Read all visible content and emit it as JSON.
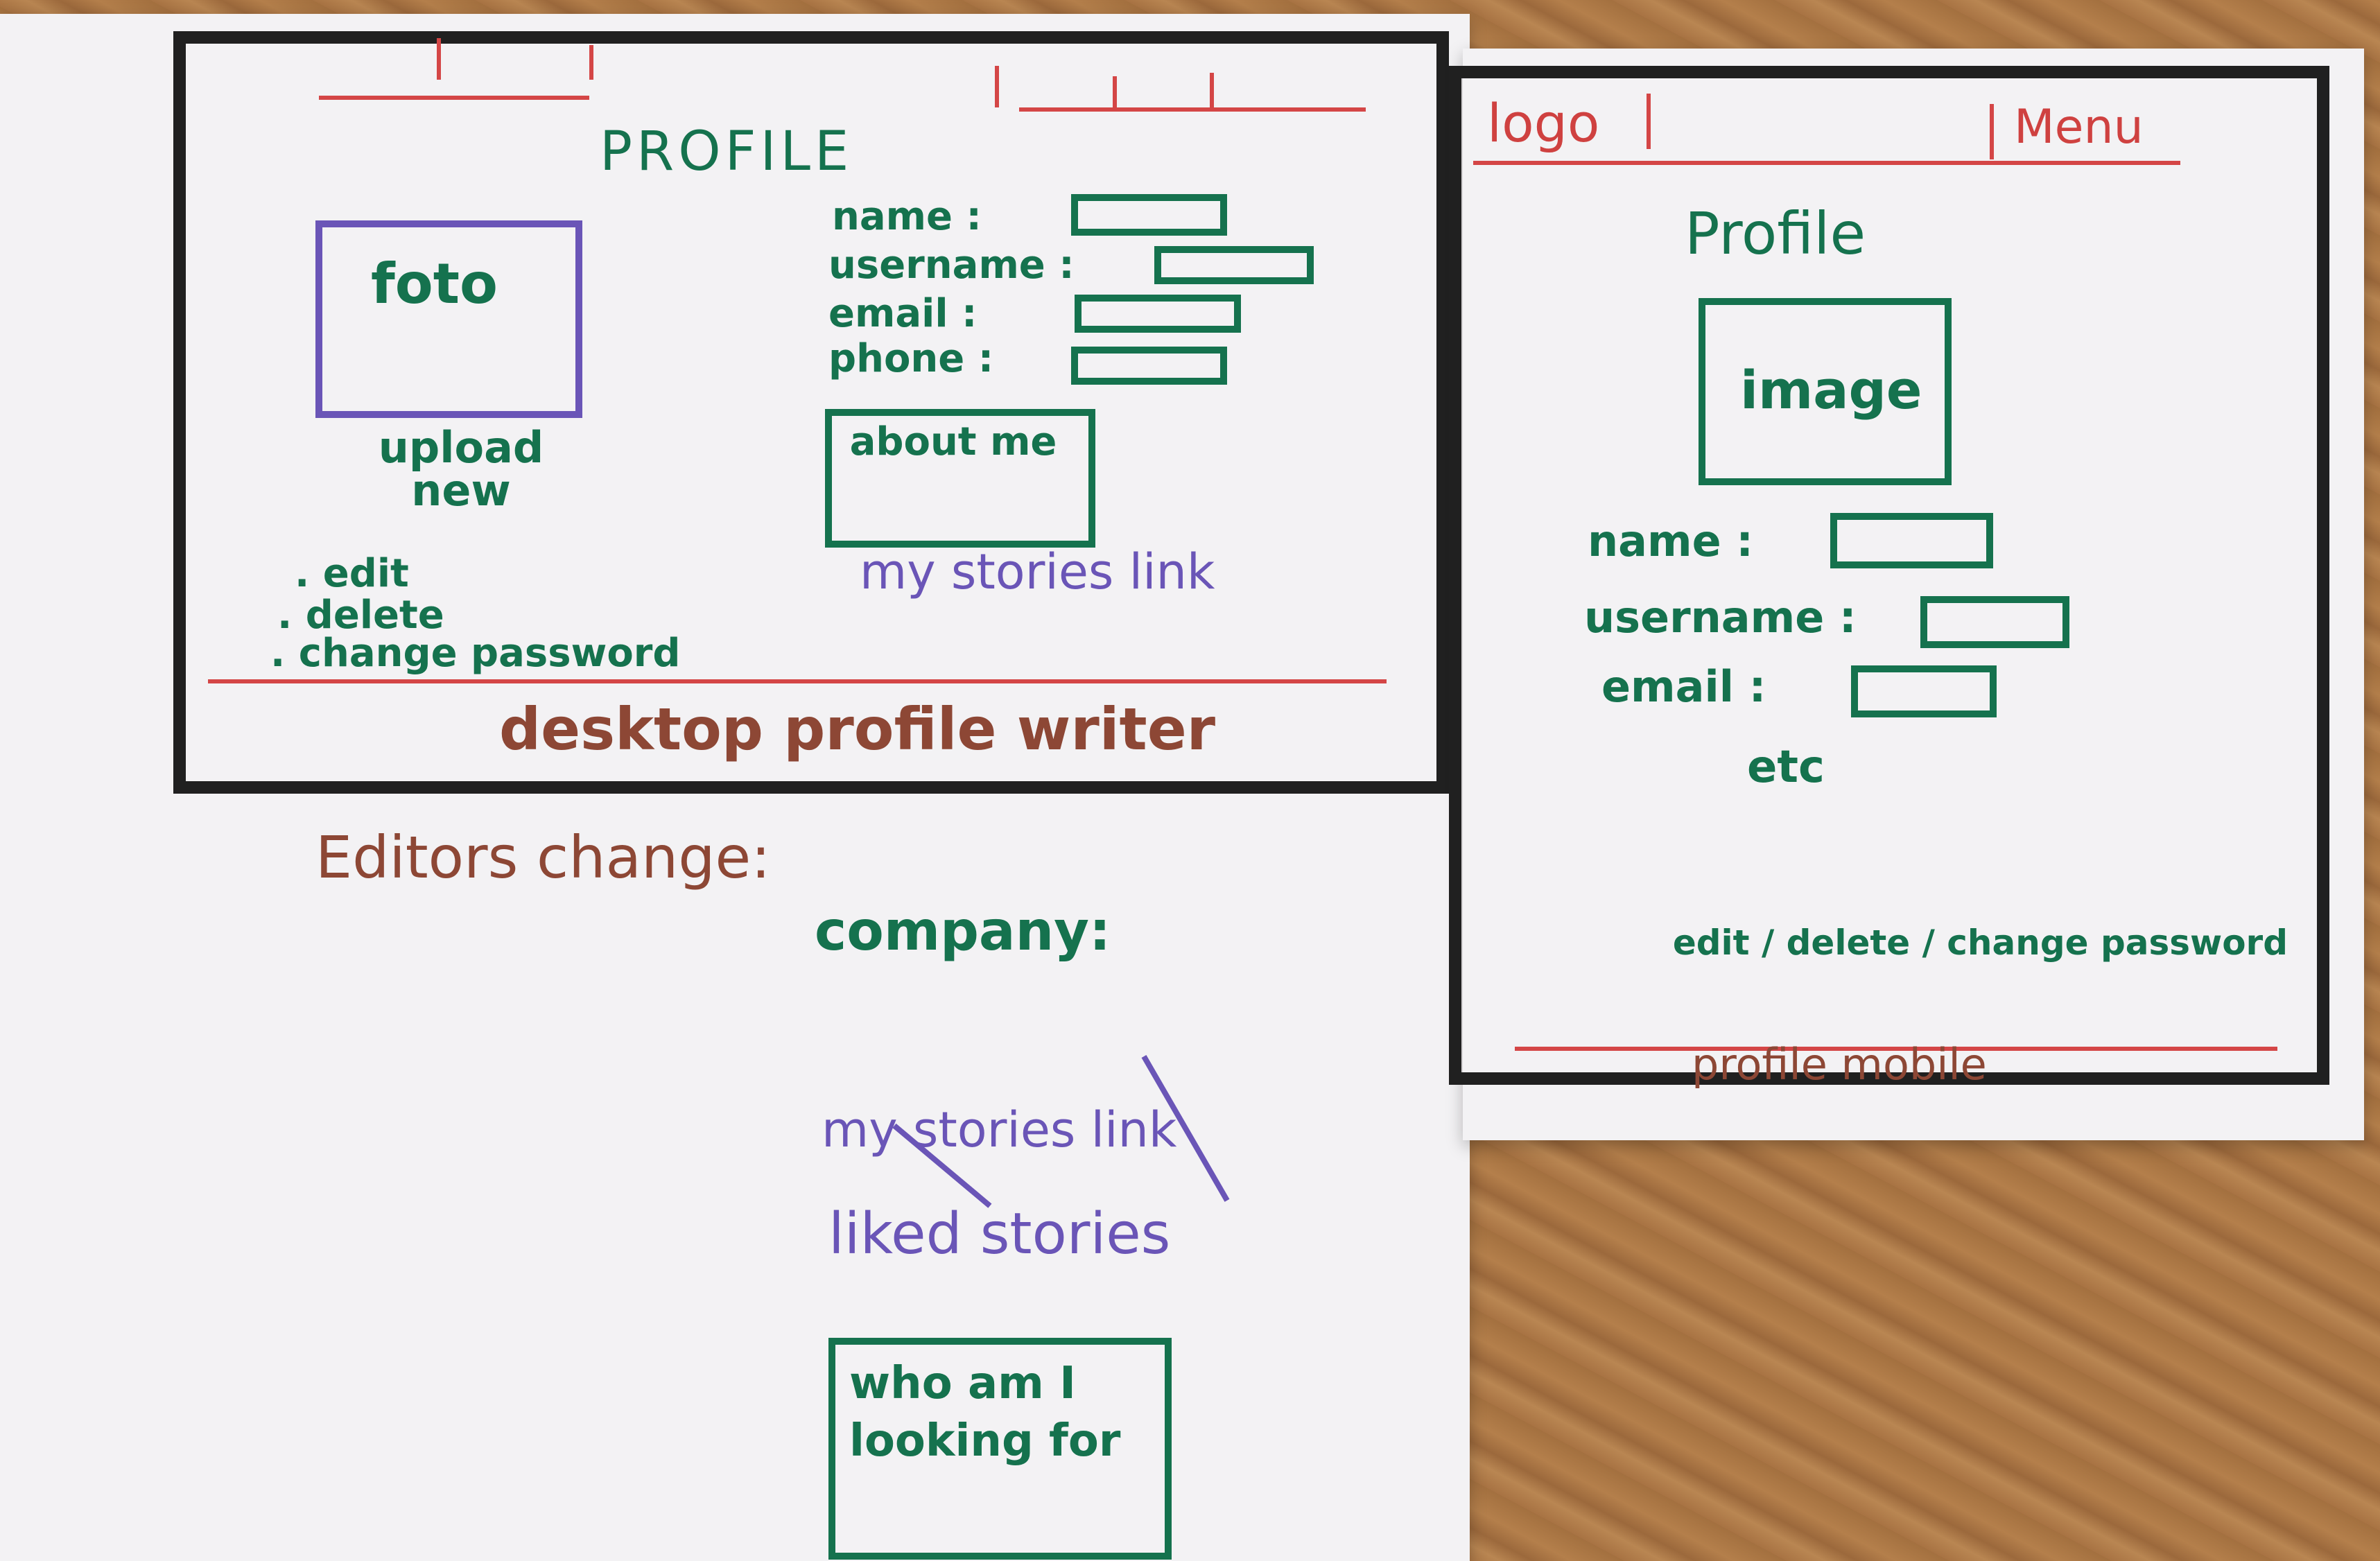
{
  "desktop": {
    "title": "PROFILE",
    "photo_label": "foto",
    "upload_label": "upload new",
    "actions": [
      ". edit",
      ". delete",
      ". change password"
    ],
    "fields": [
      {
        "label": "name :"
      },
      {
        "label": "username :"
      },
      {
        "label": "email :"
      },
      {
        "label": "phone :"
      }
    ],
    "about_label": "about me",
    "stories_link": "my stories link",
    "caption": "desktop profile writer"
  },
  "editors": {
    "title": "Editors change:",
    "company_label": "company:",
    "crossed_link": "my stories link",
    "liked": "liked stories",
    "who_box": "who am I looking for"
  },
  "mobile": {
    "logo": "logo",
    "menu": "Menu",
    "title": "Profile",
    "image_label": "image",
    "fields": [
      {
        "label": "name :"
      },
      {
        "label": "username :"
      },
      {
        "label": "email :"
      }
    ],
    "etc": "etc",
    "actions": "edit / delete / change password",
    "caption": "profile mobile"
  },
  "colors": {
    "green": "#15724e",
    "purple": "#6a55b7",
    "brown": "#8d4735",
    "red": "#d44646",
    "ink": "#202020"
  }
}
